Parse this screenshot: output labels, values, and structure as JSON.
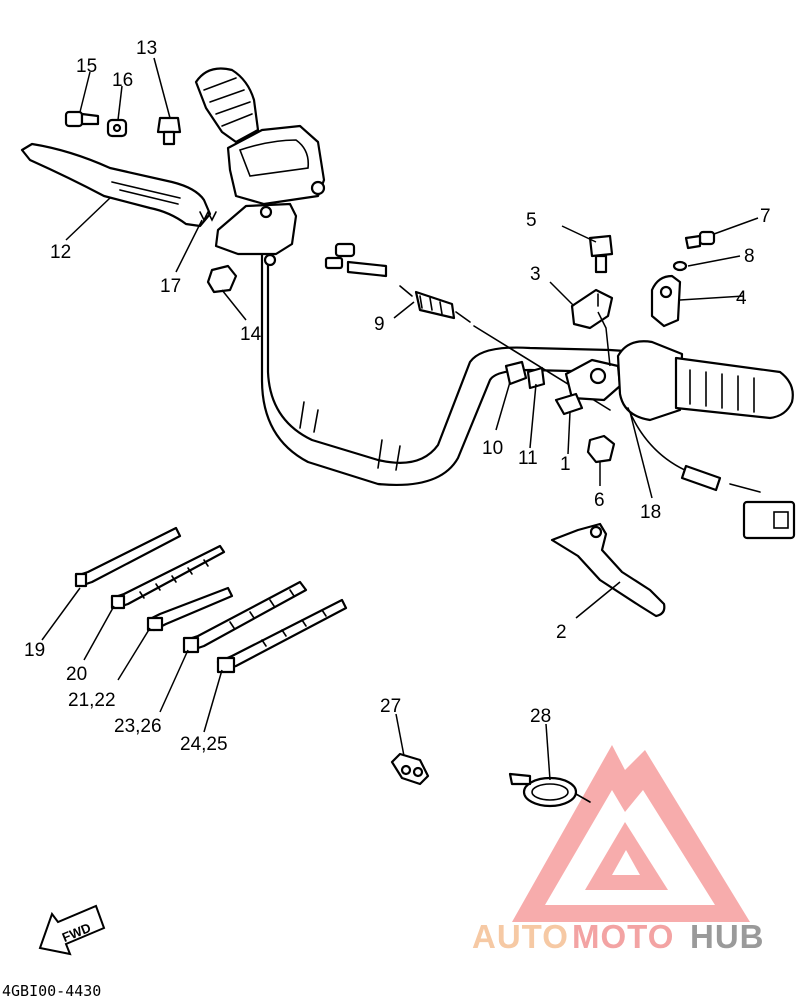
{
  "diagram_code": "4GBI00-4430",
  "fwd_label": "FWD",
  "watermark": {
    "part1": "AUTO",
    "part2": "MOTO",
    "part3": "HUB"
  },
  "callouts": [
    {
      "id": "c1",
      "text": "1"
    },
    {
      "id": "c2",
      "text": "2"
    },
    {
      "id": "c3",
      "text": "3"
    },
    {
      "id": "c4",
      "text": "4"
    },
    {
      "id": "c5",
      "text": "5"
    },
    {
      "id": "c6",
      "text": "6"
    },
    {
      "id": "c7",
      "text": "7"
    },
    {
      "id": "c8",
      "text": "8"
    },
    {
      "id": "c9",
      "text": "9"
    },
    {
      "id": "c10",
      "text": "10"
    },
    {
      "id": "c11",
      "text": "11"
    },
    {
      "id": "c12",
      "text": "12"
    },
    {
      "id": "c13",
      "text": "13"
    },
    {
      "id": "c14",
      "text": "14"
    },
    {
      "id": "c15",
      "text": "15"
    },
    {
      "id": "c16",
      "text": "16"
    },
    {
      "id": "c17",
      "text": "17"
    },
    {
      "id": "c18",
      "text": "18"
    },
    {
      "id": "c19",
      "text": "19"
    },
    {
      "id": "c20",
      "text": "20"
    },
    {
      "id": "c21",
      "text": "21,22"
    },
    {
      "id": "c23",
      "text": "23,26"
    },
    {
      "id": "c24",
      "text": "24,25"
    },
    {
      "id": "c27",
      "text": "27"
    },
    {
      "id": "c28",
      "text": "28"
    }
  ]
}
